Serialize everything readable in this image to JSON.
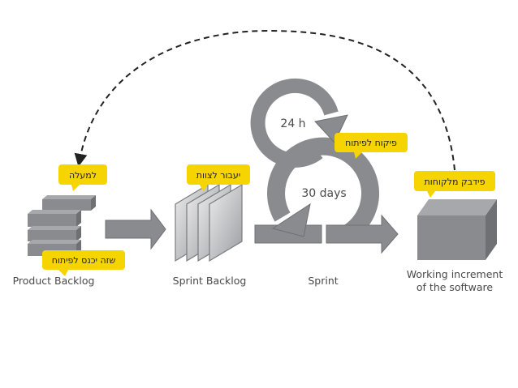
{
  "stages": {
    "product_backlog": "Product Backlog",
    "sprint_backlog": "Sprint Backlog",
    "sprint": "Sprint",
    "increment_line1": "Working increment",
    "increment_line2": "of the software"
  },
  "cycles": {
    "daily": "24 h",
    "sprint": "30 days"
  },
  "callouts": {
    "up": "למעלה",
    "enter_dev": "שזה יכנס לפיתוח",
    "to_teams": "יעבור לצוות",
    "dev_supervision": "פיקוח לפיתוח",
    "customer_feedback": "פידבק מלקוחות"
  },
  "colors": {
    "callout": "#f5d400",
    "shape": "#8a8b8f",
    "shape_light": "#a7a8ac",
    "shape_dark": "#6f7074",
    "text": "#4a4a4a"
  }
}
